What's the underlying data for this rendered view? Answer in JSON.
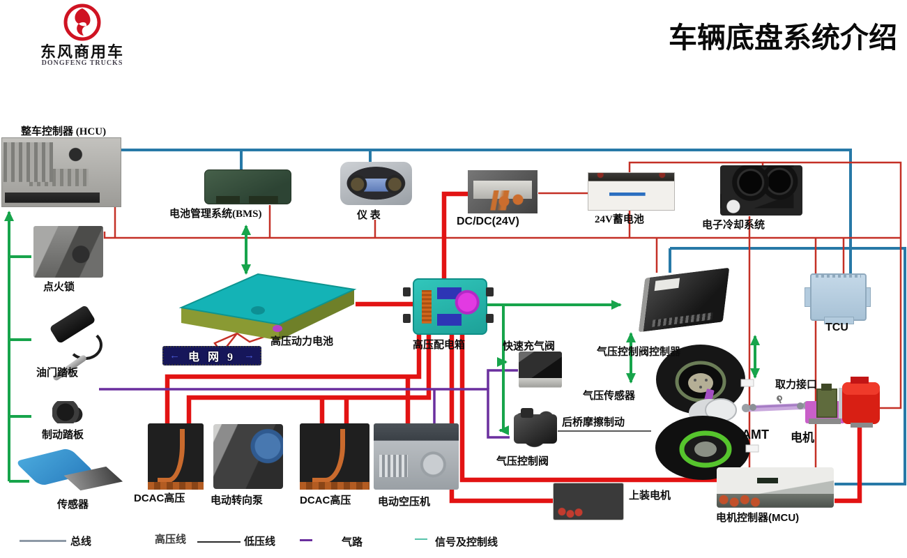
{
  "header": {
    "logo_text_cn": "东风商用车",
    "logo_text_en": "DONGFENG TRUCKS",
    "title": "车辆底盘系统介绍"
  },
  "components": {
    "hcu": {
      "label": "整车控制器 (HCU)"
    },
    "bms": {
      "label": "电池管理系统(BMS)"
    },
    "instrument": {
      "label": "仪 表"
    },
    "dcdc": {
      "label": "DC/DC(24V)"
    },
    "battery24": {
      "label": "24V蓄电池"
    },
    "cooling": {
      "label": "电子冷却系统"
    },
    "ignition": {
      "label": "点火锁"
    },
    "hv_battery": {
      "label": "高压动力电池"
    },
    "hv_box": {
      "label": "高压配电箱"
    },
    "quick_valve": {
      "label": "快速充气阀"
    },
    "ap_controller": {
      "label": "气压控制阀控制器"
    },
    "tcu": {
      "label": "TCU"
    },
    "acc_pedal": {
      "label": "油门踏板"
    },
    "ap_sensor": {
      "label": "气压传感器"
    },
    "brake_pedal": {
      "label": "制动踏板"
    },
    "rear_brake": {
      "label": "后桥摩擦制动"
    },
    "ap_valve": {
      "label": "气压控制阀"
    },
    "pto": {
      "label": "取力接口"
    },
    "amt": {
      "label": "AMT"
    },
    "motor": {
      "label": "电机"
    },
    "sensor": {
      "label": "传感器"
    },
    "dcac1": {
      "label": "DCAC高压"
    },
    "steer_pump": {
      "label": "电动转向泵"
    },
    "dcac2": {
      "label": "DCAC高压"
    },
    "air_comp": {
      "label": "电动空压机"
    },
    "top_motor": {
      "label": "上装电机"
    },
    "mcu": {
      "label": "电机控制器(MCU)"
    }
  },
  "grid_bar": {
    "left_arrow": "←",
    "text": "电 网 9",
    "right_arrow": "→"
  },
  "legend": {
    "bus": "总线",
    "hv": "高压线",
    "lv": "低压线",
    "air": "气路",
    "signal": "信号及控制线"
  },
  "colors": {
    "bus_line": "#2779a7",
    "hv_line": "#e21313",
    "lv_line": "#c43026",
    "air_line": "#6a2f9e",
    "signal_line": "#17a44b",
    "legend_bus_sample": "#8d99a6",
    "legend_lv_sample": "#2a2a2a",
    "legend_signal_sample": "#57c3aa",
    "logo_red": "#cf1322"
  }
}
